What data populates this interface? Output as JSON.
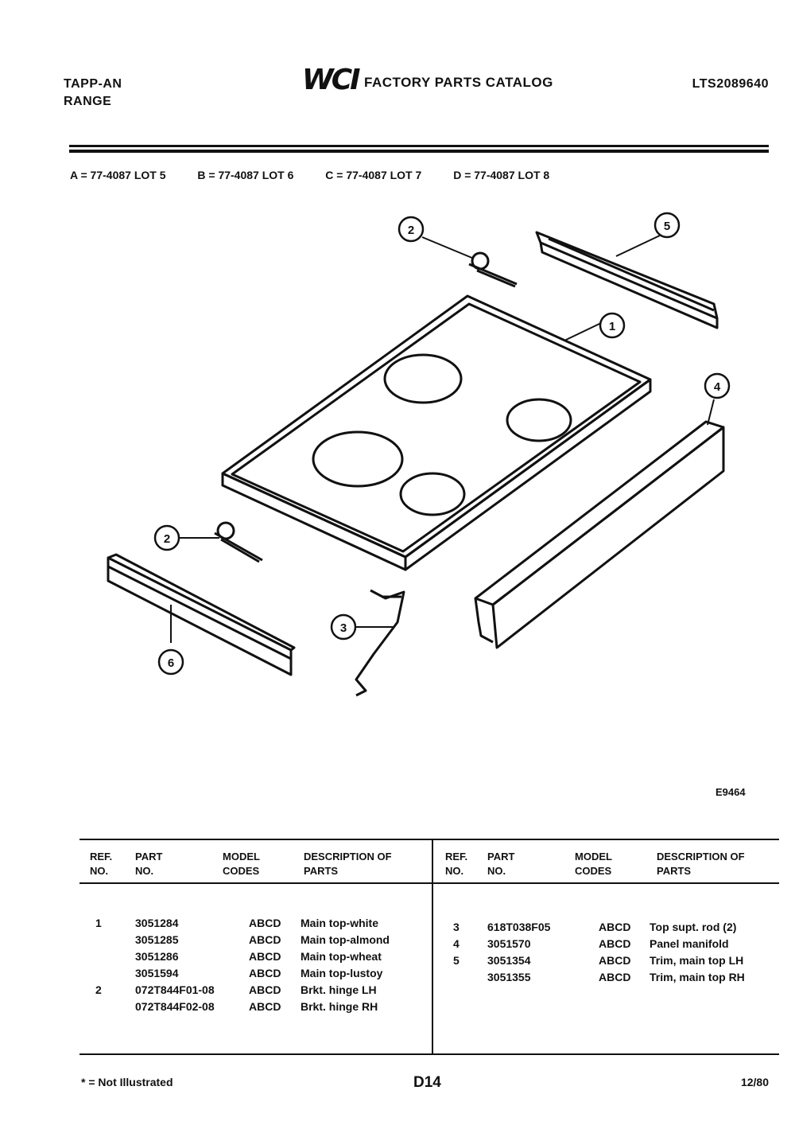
{
  "header": {
    "brand_line1": "TAPP-AN",
    "brand_line2": "RANGE",
    "logo": "WCI",
    "catalog_title": "FACTORY PARTS CATALOG",
    "model_number": "LTS2089640"
  },
  "model_codes": [
    "A = 77-4087 LOT 5",
    "B = 77-4087 LOT 6",
    "C = 77-4087 LOT 7",
    "D = 77-4087 LOT 8"
  ],
  "diagram": {
    "callouts": [
      "1",
      "2",
      "2",
      "3",
      "4",
      "5",
      "6"
    ],
    "figure_id": "E9464"
  },
  "table": {
    "columns": [
      "REF. NO.",
      "PART NO.",
      "MODEL CODES",
      "DESCRIPTION OF PARTS"
    ],
    "left_rows": [
      {
        "ref": "1",
        "part": "3051284",
        "codes": "ABCD",
        "desc": "Main top-white"
      },
      {
        "ref": "",
        "part": "3051285",
        "codes": "ABCD",
        "desc": "Main top-almond"
      },
      {
        "ref": "",
        "part": "3051286",
        "codes": "ABCD",
        "desc": "Main top-wheat"
      },
      {
        "ref": "",
        "part": "3051594",
        "codes": "ABCD",
        "desc": "Main top-lustoy"
      },
      {
        "ref": "2",
        "part": "072T844F01-08",
        "codes": "ABCD",
        "desc": "Brkt. hinge LH"
      },
      {
        "ref": "",
        "part": "072T844F02-08",
        "codes": "ABCD",
        "desc": "Brkt. hinge RH"
      }
    ],
    "right_rows": [
      {
        "ref": "3",
        "part": "618T038F05",
        "codes": "ABCD",
        "desc": "Top supt. rod (2)"
      },
      {
        "ref": "4",
        "part": "3051570",
        "codes": "ABCD",
        "desc": "Panel manifold"
      },
      {
        "ref": "5",
        "part": "3051354",
        "codes": "ABCD",
        "desc": "Trim, main top LH"
      },
      {
        "ref": "",
        "part": "3051355",
        "codes": "ABCD",
        "desc": "Trim, main top RH"
      }
    ]
  },
  "footer": {
    "note": "* = Not Illustrated",
    "page": "D14",
    "date": "12/80"
  }
}
